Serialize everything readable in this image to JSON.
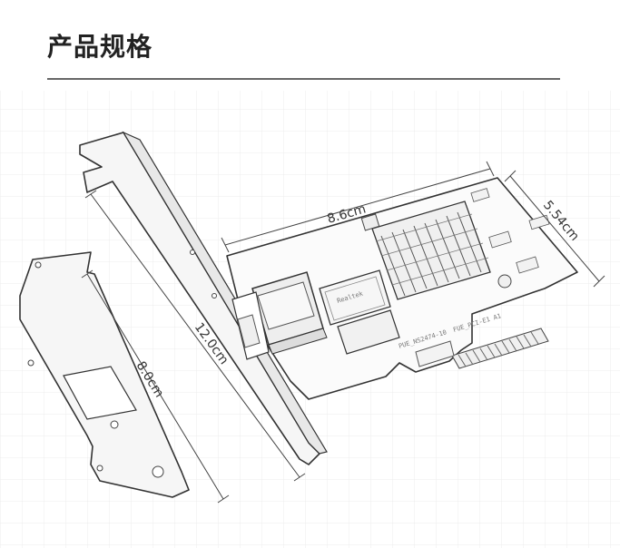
{
  "header": {
    "title": "产品规格"
  },
  "dimensions": {
    "card_width": "8.6cm",
    "card_height": "5.54cm",
    "full_bracket_height": "12.0cm",
    "low_profile_bracket_height": "8.0cm"
  },
  "pcb_labels": {
    "pcb_code": "PUE_NS2474-10",
    "chip_brand": "Realtek",
    "edge_code": "FUE_PCI-E1 A1"
  },
  "colors": {
    "line": "#333333",
    "metal": "#f4f4f4",
    "pcb": "#fafafa",
    "rule": "#666666"
  }
}
